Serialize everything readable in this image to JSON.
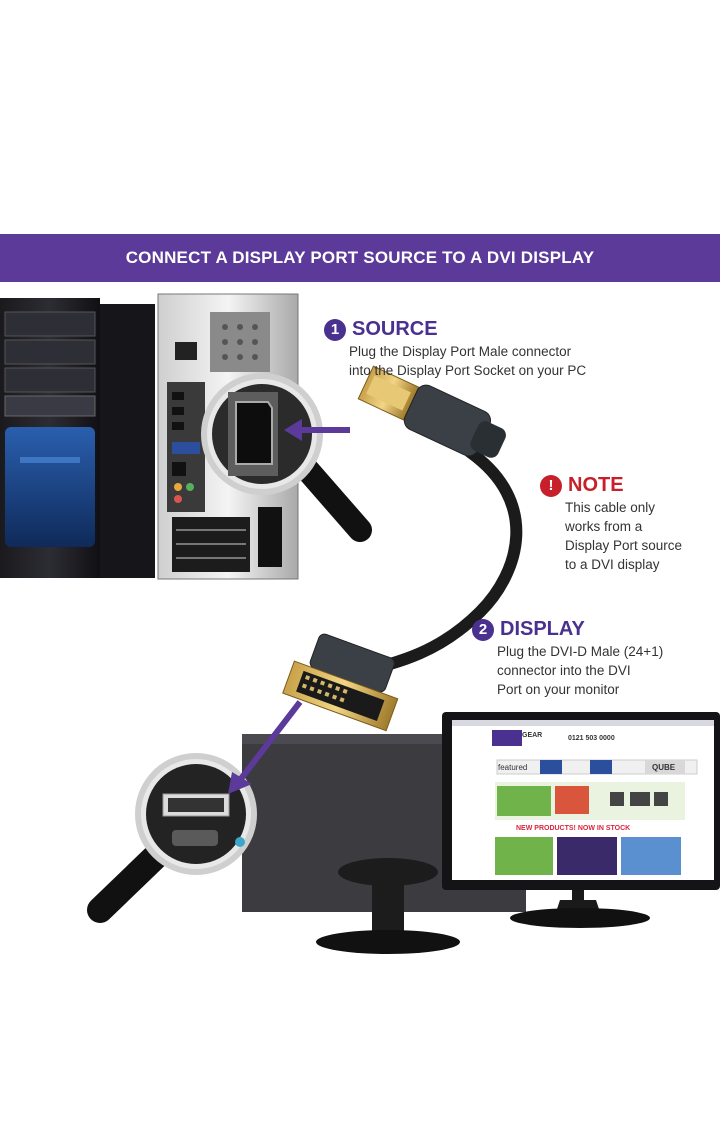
{
  "banner": {
    "title": "CONNECT A DISPLAY PORT SOURCE TO A DVI DISPLAY"
  },
  "source": {
    "number": "1",
    "title": "SOURCE",
    "lines": [
      "Plug the Display Port Male connector",
      "into the Display Port Socket on your PC"
    ]
  },
  "note": {
    "symbol": "!",
    "title": "NOTE",
    "lines": [
      "This cable only",
      "works from a",
      "Display Port source",
      "to a DVI display"
    ]
  },
  "display": {
    "number": "2",
    "title": "DISPLAY",
    "lines": [
      "Plug the DVI-D Male (24+1)",
      "connector into the DVI",
      "Port on your monitor"
    ]
  },
  "monitor_screen": {
    "logo": "GEAR",
    "phone": "0121 503 0000",
    "featured": "featured",
    "qube": "QUBE",
    "new_products": "NEW PRODUCTS! NOW IN STOCK"
  },
  "colors": {
    "banner": "#5b3a9a",
    "accent_purple": "#4a3190",
    "note_red": "#c8202a",
    "arrow": "#5b3a9a"
  }
}
